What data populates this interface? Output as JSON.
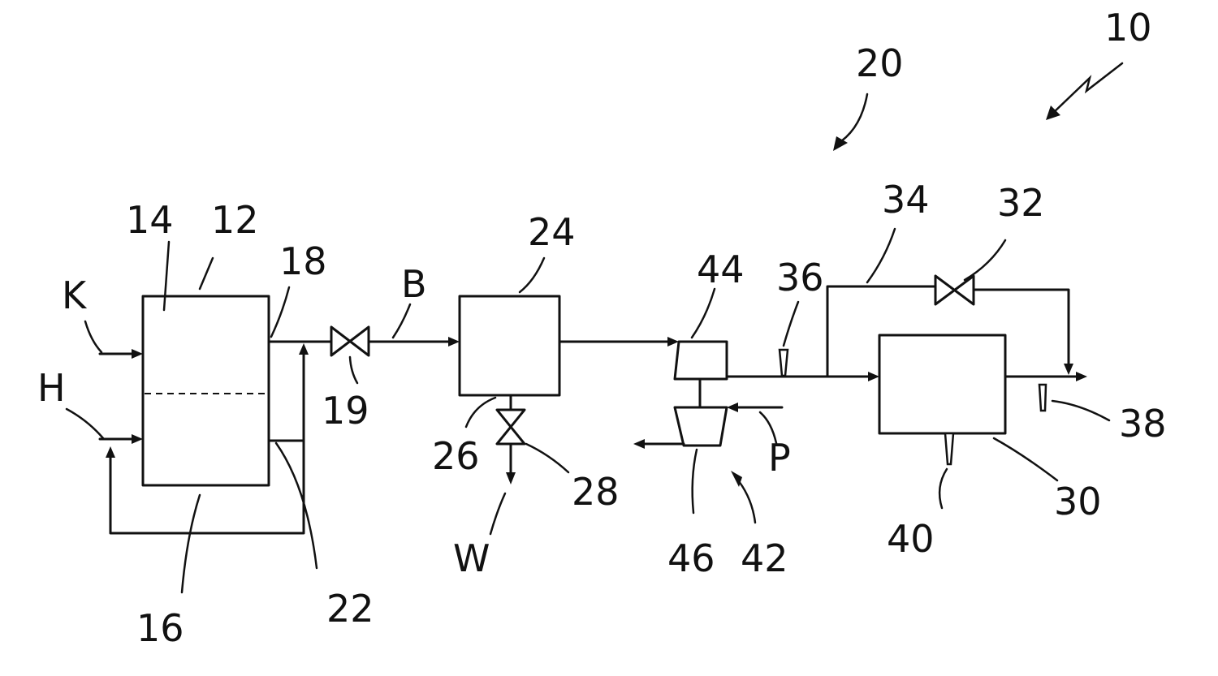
{
  "labels": {
    "system": "10",
    "subsystem": "20",
    "vessel": "12",
    "upper_zone": "14",
    "lower_zone": "16",
    "outlet_top": "18",
    "valve_outlet": "19",
    "outlet_bottom": "22",
    "separator": "24",
    "drain_port": "26",
    "drain_valve": "28",
    "reactor": "30",
    "bypass_valve": "32",
    "bypass_line": "34",
    "sensor_inlet": "36",
    "sensor_outlet": "38",
    "sensor_bottom": "40",
    "turbocharger": "42",
    "compressor": "44",
    "turbine": "46",
    "stream_k": "K",
    "stream_h": "H",
    "stream_b": "B",
    "stream_w": "W",
    "stream_p": "P"
  }
}
